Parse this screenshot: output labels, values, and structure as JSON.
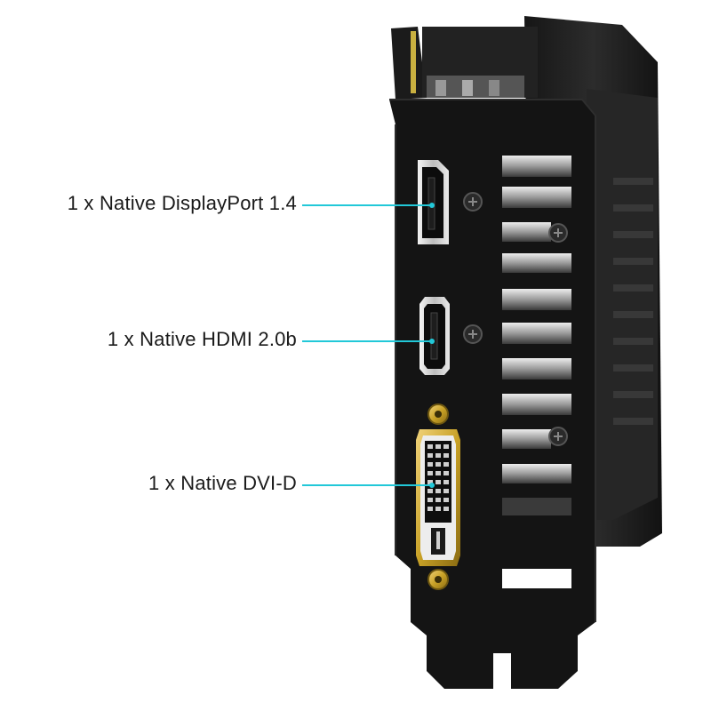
{
  "labels": {
    "displayport": "1 x Native DisplayPort 1.4",
    "hdmi": "1 x Native HDMI 2.0b",
    "dvi": "1 x Native DVI-D"
  },
  "colors": {
    "callout_line": "#22c8d8",
    "bracket": "#141414",
    "bracket_edge": "#2a2a2a",
    "shroud": "#1f1f1f",
    "port_metal": "#d9d9d9",
    "gold": "#c9a227",
    "background": "#ffffff"
  },
  "icons": {
    "displayport": "displayport-connector-icon",
    "hdmi": "hdmi-connector-icon",
    "dvi": "dvi-d-connector-icon",
    "screw": "screw-icon"
  }
}
